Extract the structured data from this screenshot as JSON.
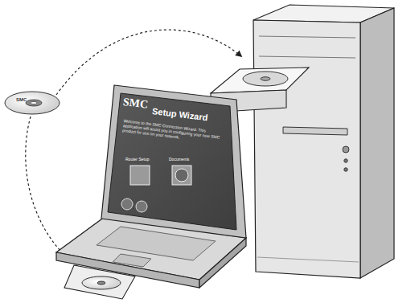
{
  "diagram": {
    "labels": [
      "SMC",
      "SMC",
      "Setup Wizard",
      "Welcome to the SMC Connection Wizard. This application will assist you in configuring your new SMC product for use on your network.",
      "Router Setup",
      "Documents"
    ]
  }
}
